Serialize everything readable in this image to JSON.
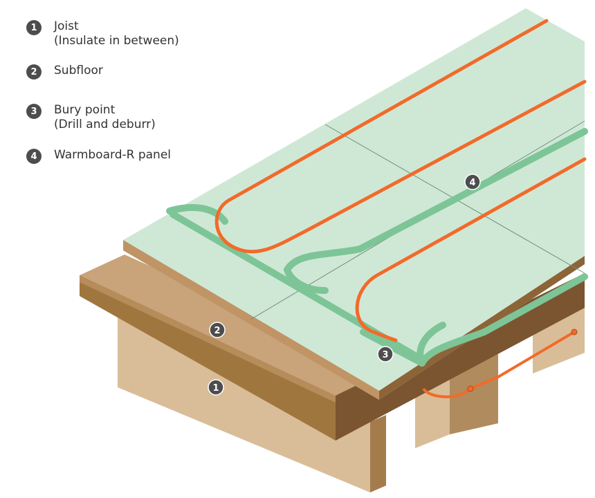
{
  "legend": [
    {
      "number": "1",
      "title": "Joist",
      "subtitle": "(Insulate in between)"
    },
    {
      "number": "2",
      "title": "Subfloor",
      "subtitle": ""
    },
    {
      "number": "3",
      "title": "Bury point",
      "subtitle": "(Drill and deburr)"
    },
    {
      "number": "4",
      "title": "Warmboard-R panel",
      "subtitle": ""
    }
  ],
  "markers": {
    "joist": "1",
    "subfloor": "2",
    "bury_point": "3",
    "panel": "4"
  },
  "colors": {
    "panel": "#cfe8d6",
    "channel": "#7dc597",
    "tubing": "#f26a2a",
    "subfloor_top": "#c69a66",
    "subfloor_side": "#a0763f",
    "joist_face": "#d9bd98",
    "joist_side": "#b08b5d",
    "badge": "#4d4d4d"
  }
}
